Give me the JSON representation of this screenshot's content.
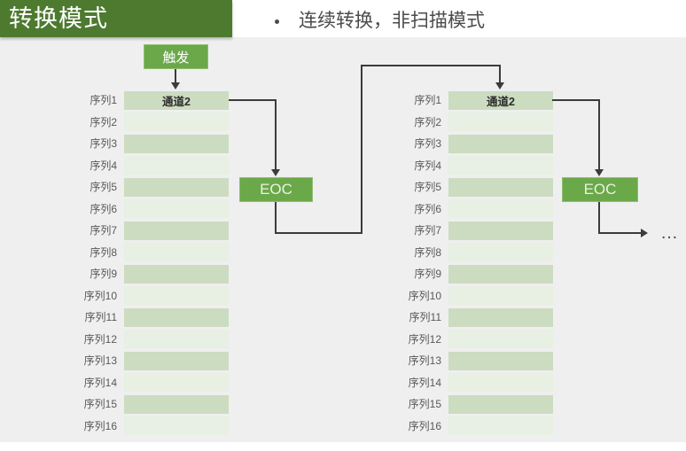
{
  "slide": {
    "title": "转换模式",
    "bullet": "连续转换，非扫描模式",
    "bullet_marker": "bullet-dot-icon",
    "ellipsis": "…"
  },
  "colors": {
    "title_bar": "#4d7a2f",
    "title_text": "#ffffff",
    "accent_green": "#6aa84a",
    "row_dark": "#ccdcc0",
    "row_light": "#e8efe3",
    "panel_bg": "#efefef",
    "line": "#3b3b3b",
    "label_text": "#595959"
  },
  "blocks": [
    {
      "id": "conversion-block-1",
      "trigger_label": "触发",
      "eoc_label": "EOC",
      "channel_header": "通道2",
      "rows": [
        "序列1",
        "序列2",
        "序列3",
        "序列4",
        "序列5",
        "序列6",
        "序列7",
        "序列8",
        "序列9",
        "序列10",
        "序列11",
        "序列12",
        "序列13",
        "序列14",
        "序列15",
        "序列16"
      ]
    },
    {
      "id": "conversion-block-2",
      "trigger_label": "",
      "eoc_label": "EOC",
      "channel_header": "通道2",
      "rows": [
        "序列1",
        "序列2",
        "序列3",
        "序列4",
        "序列5",
        "序列6",
        "序列7",
        "序列8",
        "序列9",
        "序列10",
        "序列11",
        "序列12",
        "序列13",
        "序列14",
        "序列15",
        "序列16"
      ]
    }
  ]
}
